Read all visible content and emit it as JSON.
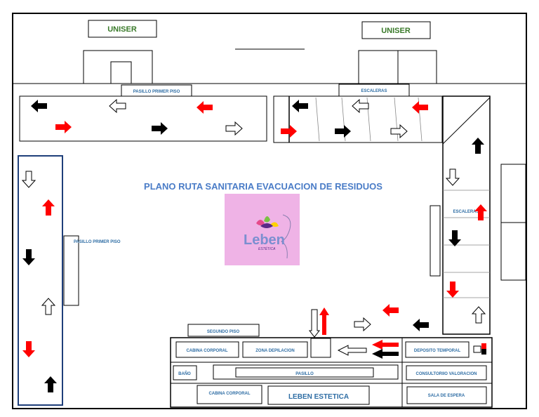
{
  "title": "PLANO RUTA SANITARIA EVACUACION DE RESIDUOS",
  "labels": {
    "uniser_left": "UNISER",
    "uniser_right": "UNISER",
    "pasillo_top": "PASILLO PRIMER PISO",
    "escaleras_top": "ESCALERAS",
    "pasillo_left": "PASILLO PRIMER PISO",
    "escaleras_right": "ESCALERAS",
    "segundo_piso": "SEGUNDO PISO",
    "cabina_corporal_1": "CABINA CORPORAL",
    "zona_depilacion": "ZONA DEPILACION",
    "deposito_temporal": "DEPOSITO TEMPORAL",
    "bano": "BAÑO",
    "pasillo": "PASILLO",
    "consultorio_valoracion": "CONSULTORIIO VALORACION",
    "cabina_corporal_2": "CABINA CORPORAL",
    "leben_estetica": "LEBEN ESTETICA",
    "sala_espera": "SALA DE ESPERA"
  },
  "logo": {
    "brand": "Leben",
    "subtitle": "ESTÉTICA"
  },
  "colors": {
    "frame": "#000000",
    "label_blue": "#2e6da4",
    "label_green": "#3a7a2a",
    "title_blue": "#4a7cc7",
    "arrow_red": "#ff0000",
    "arrow_black": "#000000",
    "logo_bg": "#efb3e6",
    "left_corridor_border": "#1f3f7a"
  }
}
